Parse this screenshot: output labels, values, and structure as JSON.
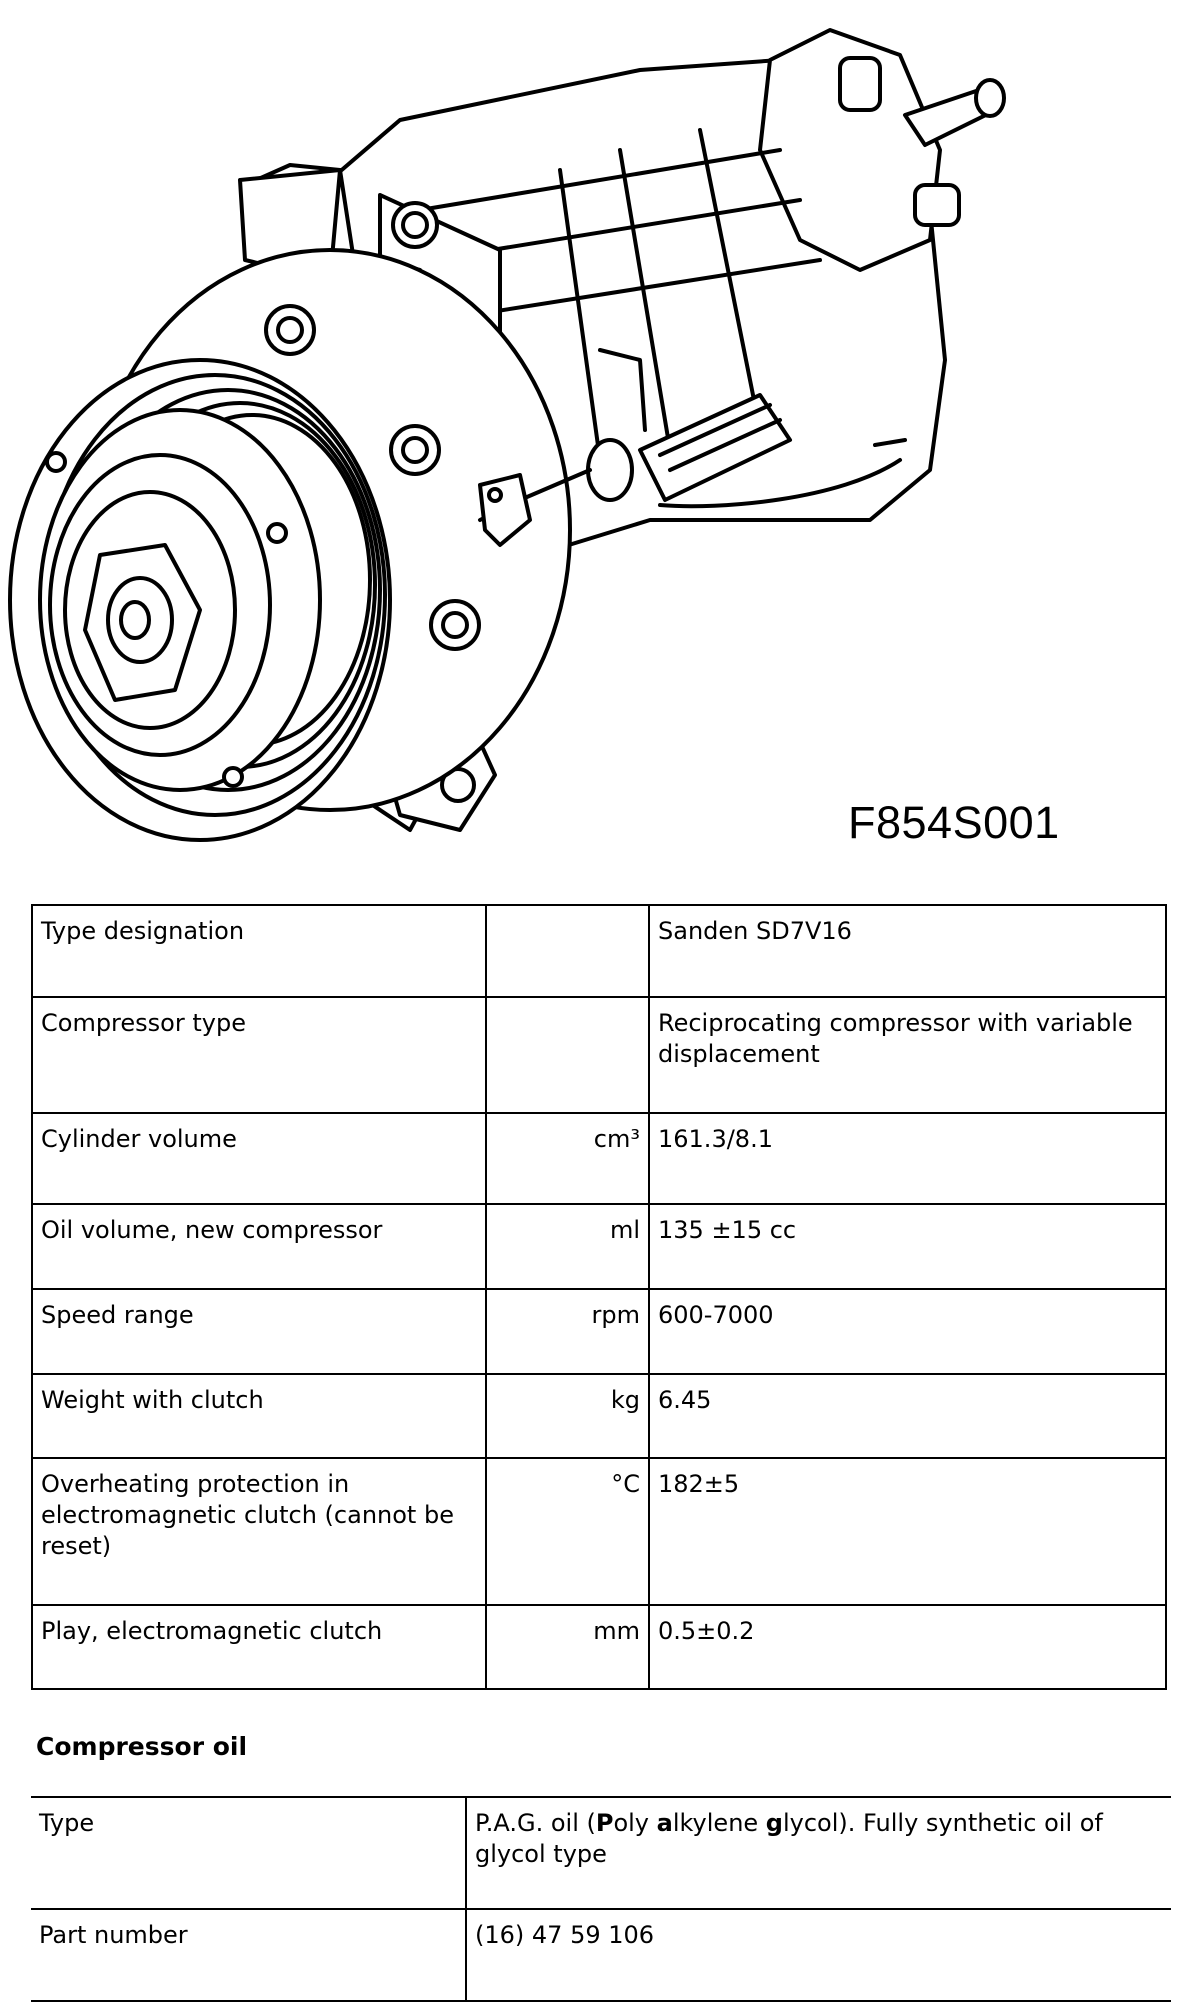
{
  "figure": {
    "code": "F854S001",
    "icon": "ac-compressor-line-drawing"
  },
  "specs": [
    {
      "label": "Type designation",
      "unit": "",
      "value": "Sanden SD7V16"
    },
    {
      "label": "Compressor type",
      "unit": "",
      "value": "Reciprocating compressor with variable displacement"
    },
    {
      "label": "Cylinder volume",
      "unit": "cm³",
      "value": "161.3/8.1"
    },
    {
      "label": "Oil volume, new compressor",
      "unit": "ml",
      "value": "135 ±15 cc"
    },
    {
      "label": "Speed range",
      "unit": "rpm",
      "value": "600-7000"
    },
    {
      "label": "Weight with clutch",
      "unit": "kg",
      "value": "6.45"
    },
    {
      "label": "Overheating protection in electromagnetic clutch (cannot be reset)",
      "unit": "°C",
      "value": "182±5"
    },
    {
      "label": "Play, electromagnetic clutch",
      "unit": "mm",
      "value": "0.5±0.2"
    }
  ],
  "oil": {
    "title": "Compressor oil",
    "rows": [
      {
        "label": "Type",
        "value_parts": [
          "P.A.G. oil (",
          "P",
          "oly ",
          "a",
          "lkylene ",
          "g",
          "lycol). Fully synthetic oil of glycol type"
        ]
      },
      {
        "label": "Part number",
        "value": "(16) 47 59 106"
      }
    ]
  }
}
